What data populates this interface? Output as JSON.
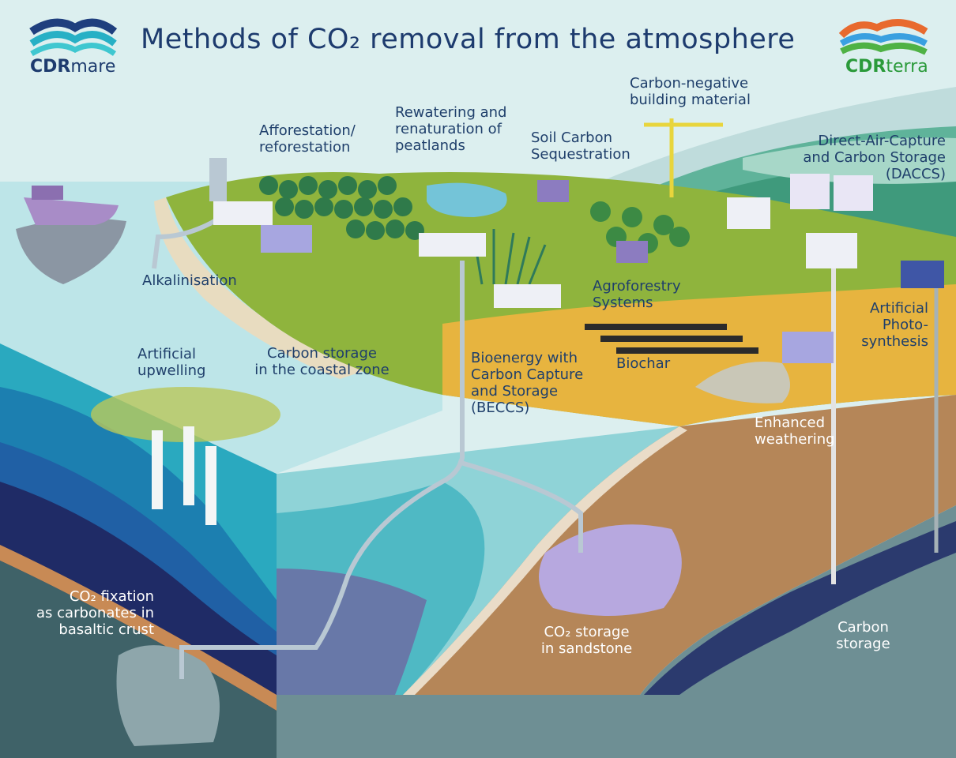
{
  "title": "Methods of CO₂ removal from the atmosphere",
  "logos": {
    "left": {
      "name_bold": "CDR",
      "name_rest": "mare",
      "color": "#1d3b6e"
    },
    "right": {
      "name_bold": "CDR",
      "name_rest": "terra",
      "color": "#2a9a3a"
    }
  },
  "labels": {
    "alkalinisation": "Alkalinisation",
    "afforestation": "Afforestation/\nreforestation",
    "peatlands": "Rewatering and\nrenaturation of\npeatlands",
    "soil_carbon": "Soil Carbon\nSequestration",
    "building": "Carbon-negative\nbuilding material",
    "daccs": "Direct-Air-Capture\nand Carbon Storage\n(DACCS)",
    "agroforestry": "Agroforestry\nSystems",
    "artificial_photosynthesis": "Artificial\nPhoto-\nsynthesis",
    "biochar": "Biochar",
    "artificial_upwelling": "Artificial\nupwelling",
    "coastal_storage": "Carbon storage\nin the coastal zone",
    "beccs": "Bioenergy with\nCarbon Capture\nand Storage\n(BECCS)",
    "enhanced_weathering": "Enhanced\nweathering",
    "basalt_line1": "CO₂ fixation",
    "basalt_line2": "as carbonates in\nbasaltic crust",
    "sandstone": "CO₂ storage\nin sandstone",
    "carbon_storage": "Carbon\nstorage"
  },
  "colors": {
    "sky": "#d8eeee",
    "sea_surface": "#b6e3e6",
    "land": "#8db23c",
    "sand": "#e7b640",
    "soil": "#b58457",
    "deep_rock": "#6b8e95",
    "ocean_deep": "#1f2d66",
    "ocean_mid": "#1f66a8",
    "ocean_light": "#1ea5bb"
  }
}
